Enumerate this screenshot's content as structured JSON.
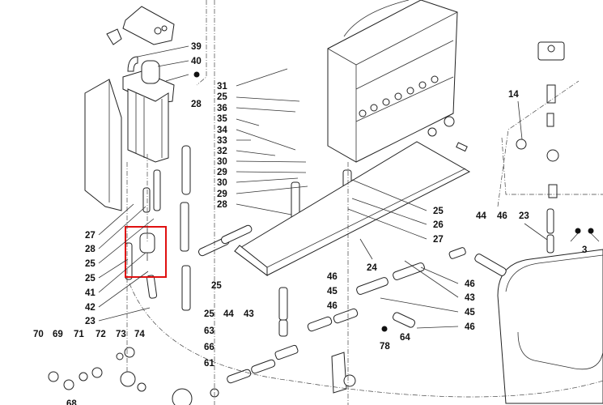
{
  "diagram": {
    "highlight_color": "#e01010",
    "labels": [
      "39",
      "40",
      "28",
      "31",
      "25",
      "36",
      "35",
      "34",
      "33",
      "32",
      "30",
      "29",
      "30",
      "29",
      "28",
      "27",
      "28",
      "25",
      "25",
      "41",
      "42",
      "23",
      "25",
      "25",
      "70",
      "69",
      "71",
      "72",
      "73",
      "74",
      "63",
      "66",
      "61",
      "44",
      "43",
      "68",
      "25",
      "26",
      "27",
      "24",
      "44",
      "46",
      "23",
      "14",
      "3",
      "46",
      "45",
      "46",
      "46",
      "43",
      "45",
      "46",
      "64",
      "78"
    ]
  }
}
